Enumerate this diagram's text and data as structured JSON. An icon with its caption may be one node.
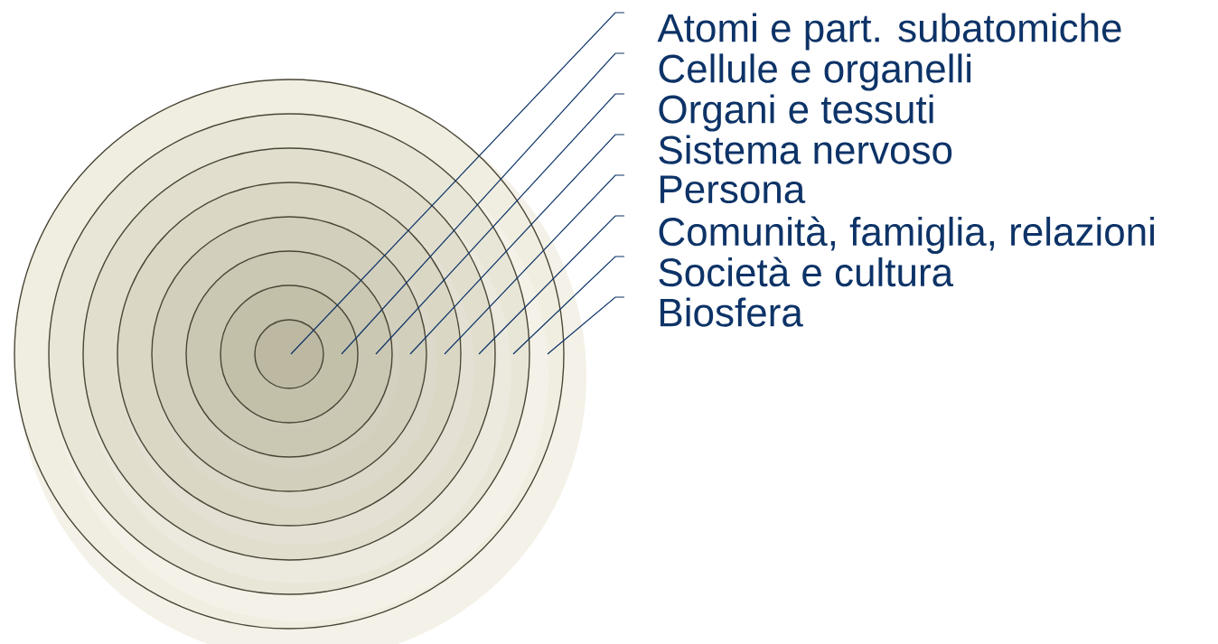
{
  "diagram": {
    "nodes": [
      {
        "text": [],
        "shape": "circle"
      },
      {
        "text": [],
        "shape": "circle",
        "in": 0
      },
      {
        "text": [],
        "shape": "circle",
        "in": 1
      },
      {
        "text": [],
        "shape": "circle",
        "in": 2
      },
      {
        "text": [],
        "shape": "circle",
        "in": 3
      },
      {
        "text": [],
        "shape": "circle",
        "in": 4
      },
      {
        "text": [],
        "shape": "circle",
        "in": 5
      },
      {
        "text": [],
        "shape": "circle",
        "in": 6
      },
      {
        "text": [
          "Atomi e part. subatomiche"
        ]
      },
      {
        "text": [
          "Cellule e organelli"
        ]
      },
      {
        "text": [
          "Organi e tessuti"
        ]
      },
      {
        "text": [
          "Sistema nervoso"
        ]
      },
      {
        "text": [
          "Persona"
        ]
      },
      {
        "text": [
          "Comunità, famiglia, relazioni"
        ]
      },
      {
        "text": [
          "Società e cultura"
        ]
      },
      {
        "text": [
          "Biosfera"
        ]
      }
    ],
    "edges": [
      {
        "from": 8,
        "to": 7,
        "arrow": "none"
      },
      {
        "from": 9,
        "to": 6,
        "arrow": "none"
      },
      {
        "from": 10,
        "to": 5,
        "arrow": "none"
      },
      {
        "from": 11,
        "to": 4,
        "arrow": "none"
      },
      {
        "from": 12,
        "to": 3,
        "arrow": "none"
      },
      {
        "from": 13,
        "to": 2,
        "arrow": "none"
      },
      {
        "from": 14,
        "to": 1,
        "arrow": "none"
      },
      {
        "from": 15,
        "to": 0,
        "arrow": "none"
      }
    ]
  }
}
